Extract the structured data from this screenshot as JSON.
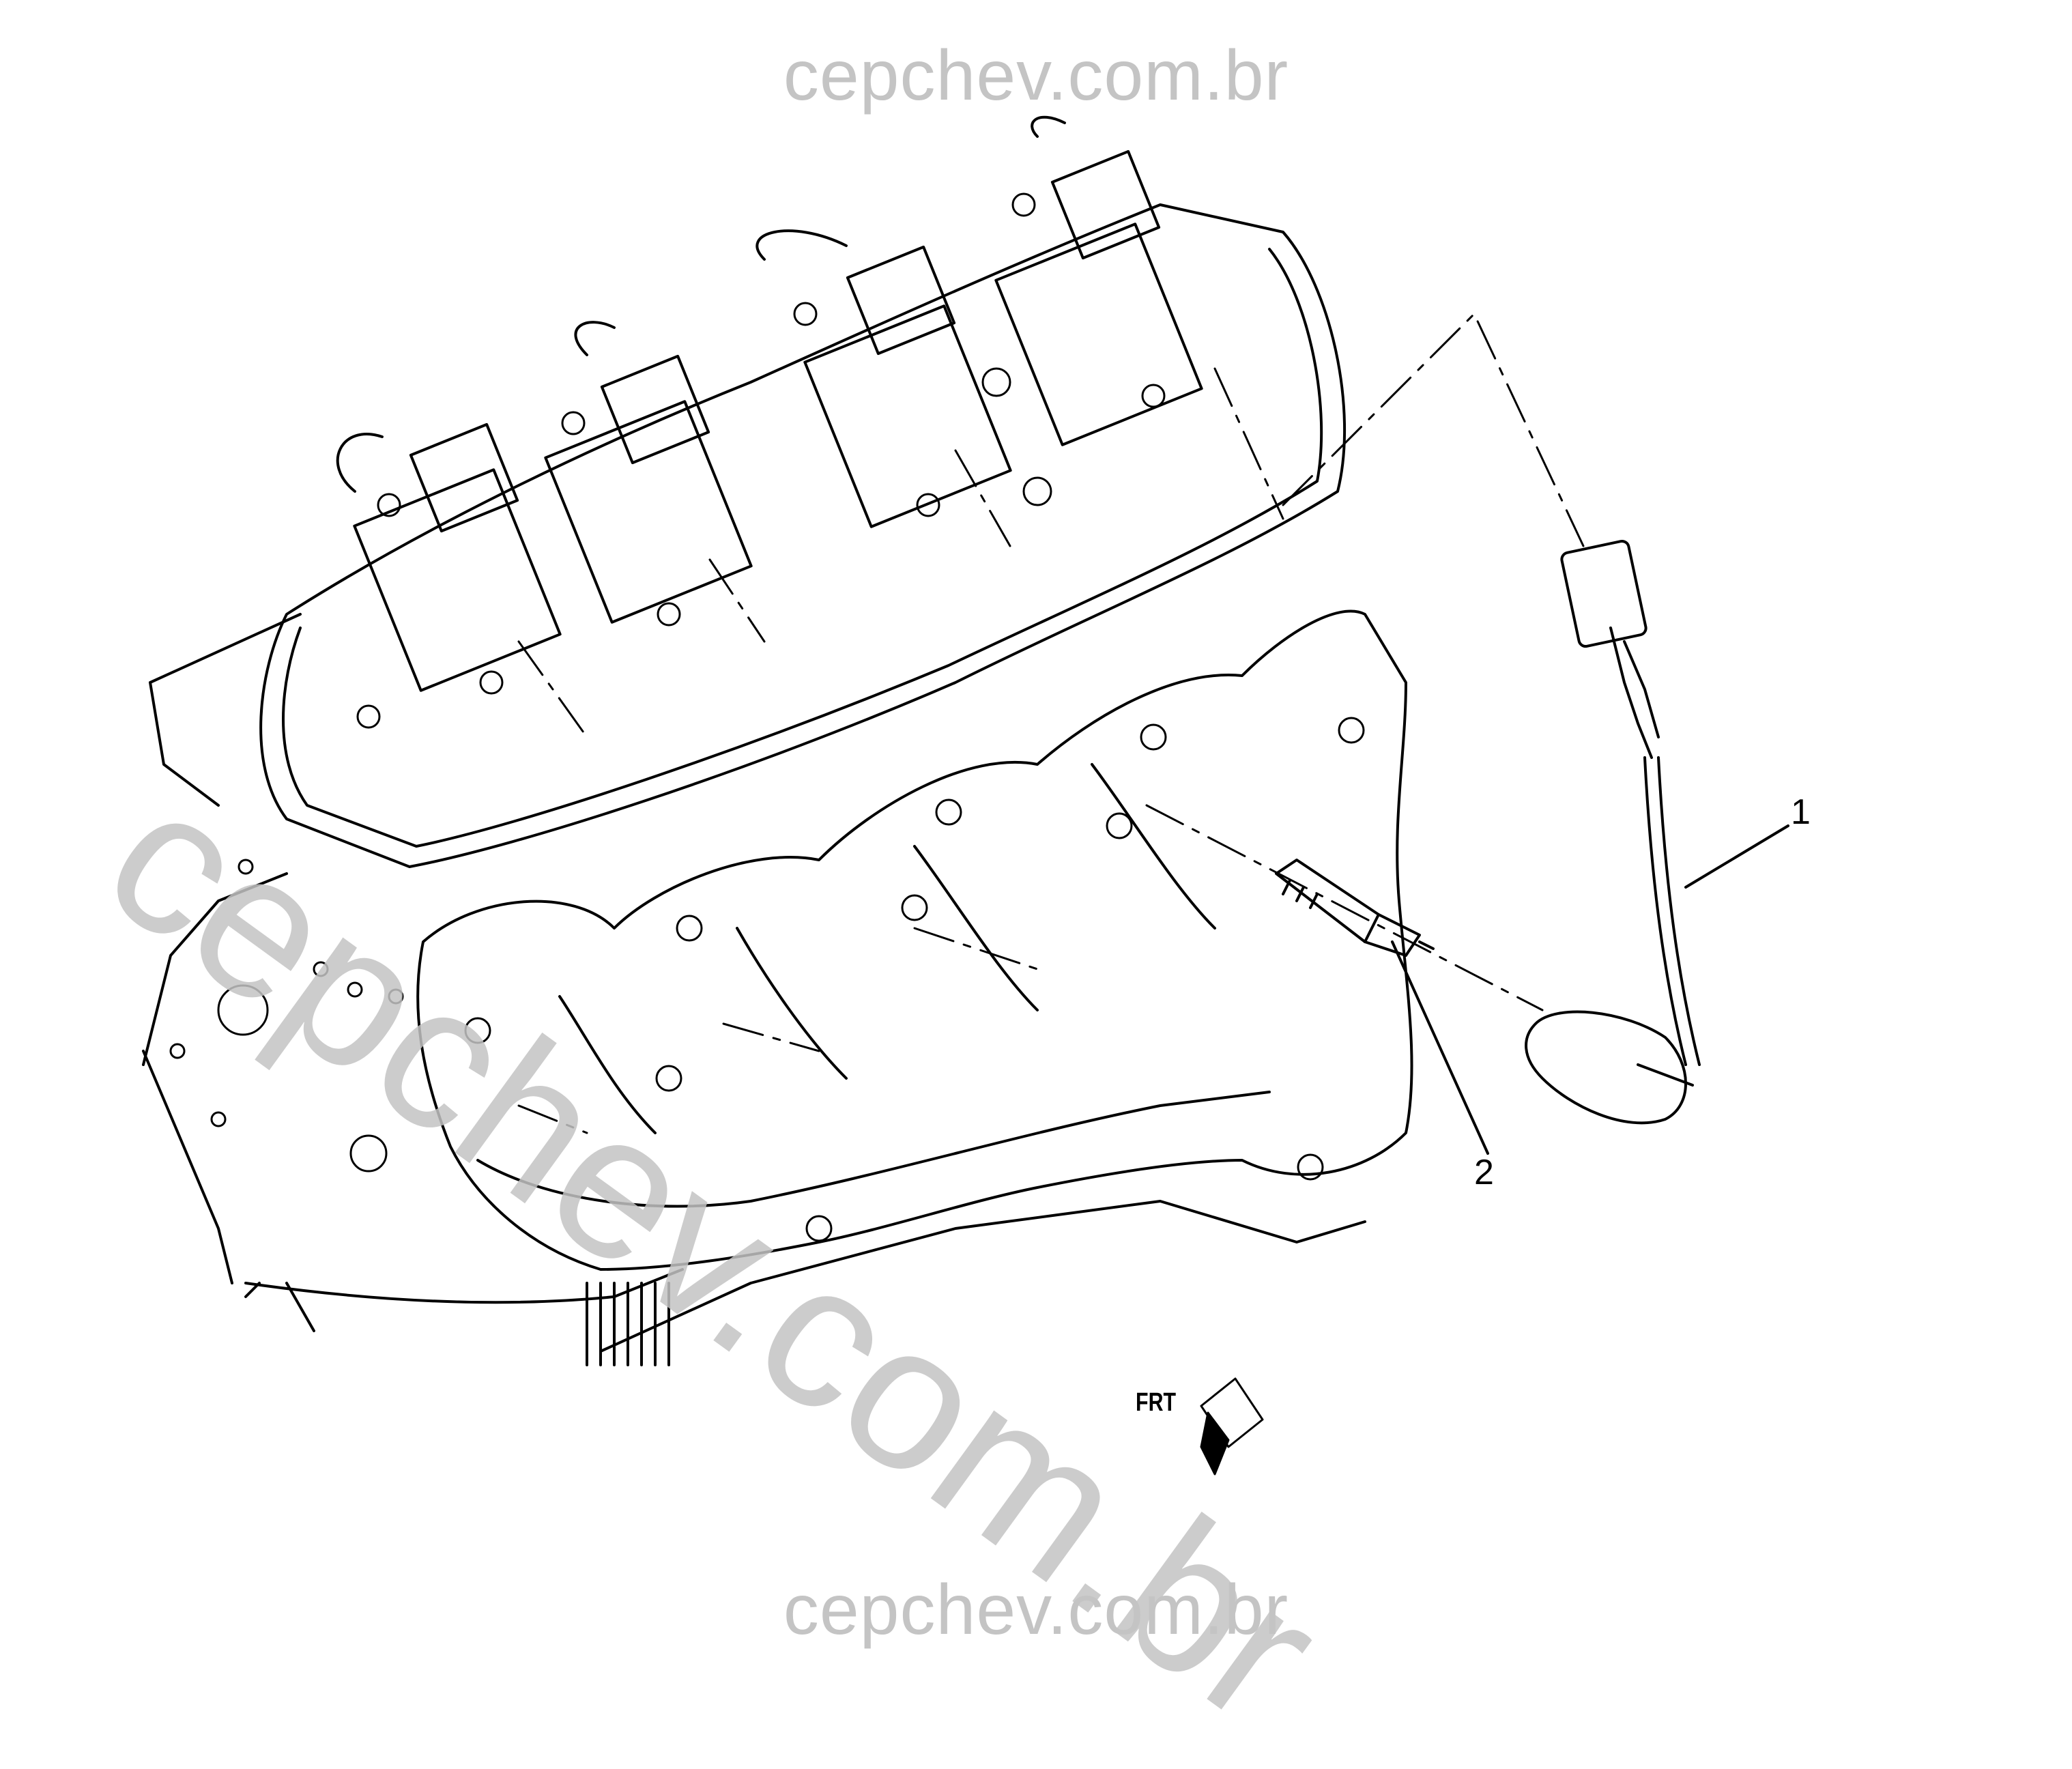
{
  "watermark": {
    "top_text": "cepchev.com.br",
    "bottom_text": "cepchev.com.br",
    "diagonal_text": "cepchev.com.br",
    "color": "#c4c4c4"
  },
  "callouts": {
    "item_1": "1",
    "item_2": "2"
  },
  "direction_indicator": {
    "label": "FRT"
  },
  "colors": {
    "line": "#000000",
    "background": "#ffffff",
    "watermark": "#c4c4c4"
  }
}
